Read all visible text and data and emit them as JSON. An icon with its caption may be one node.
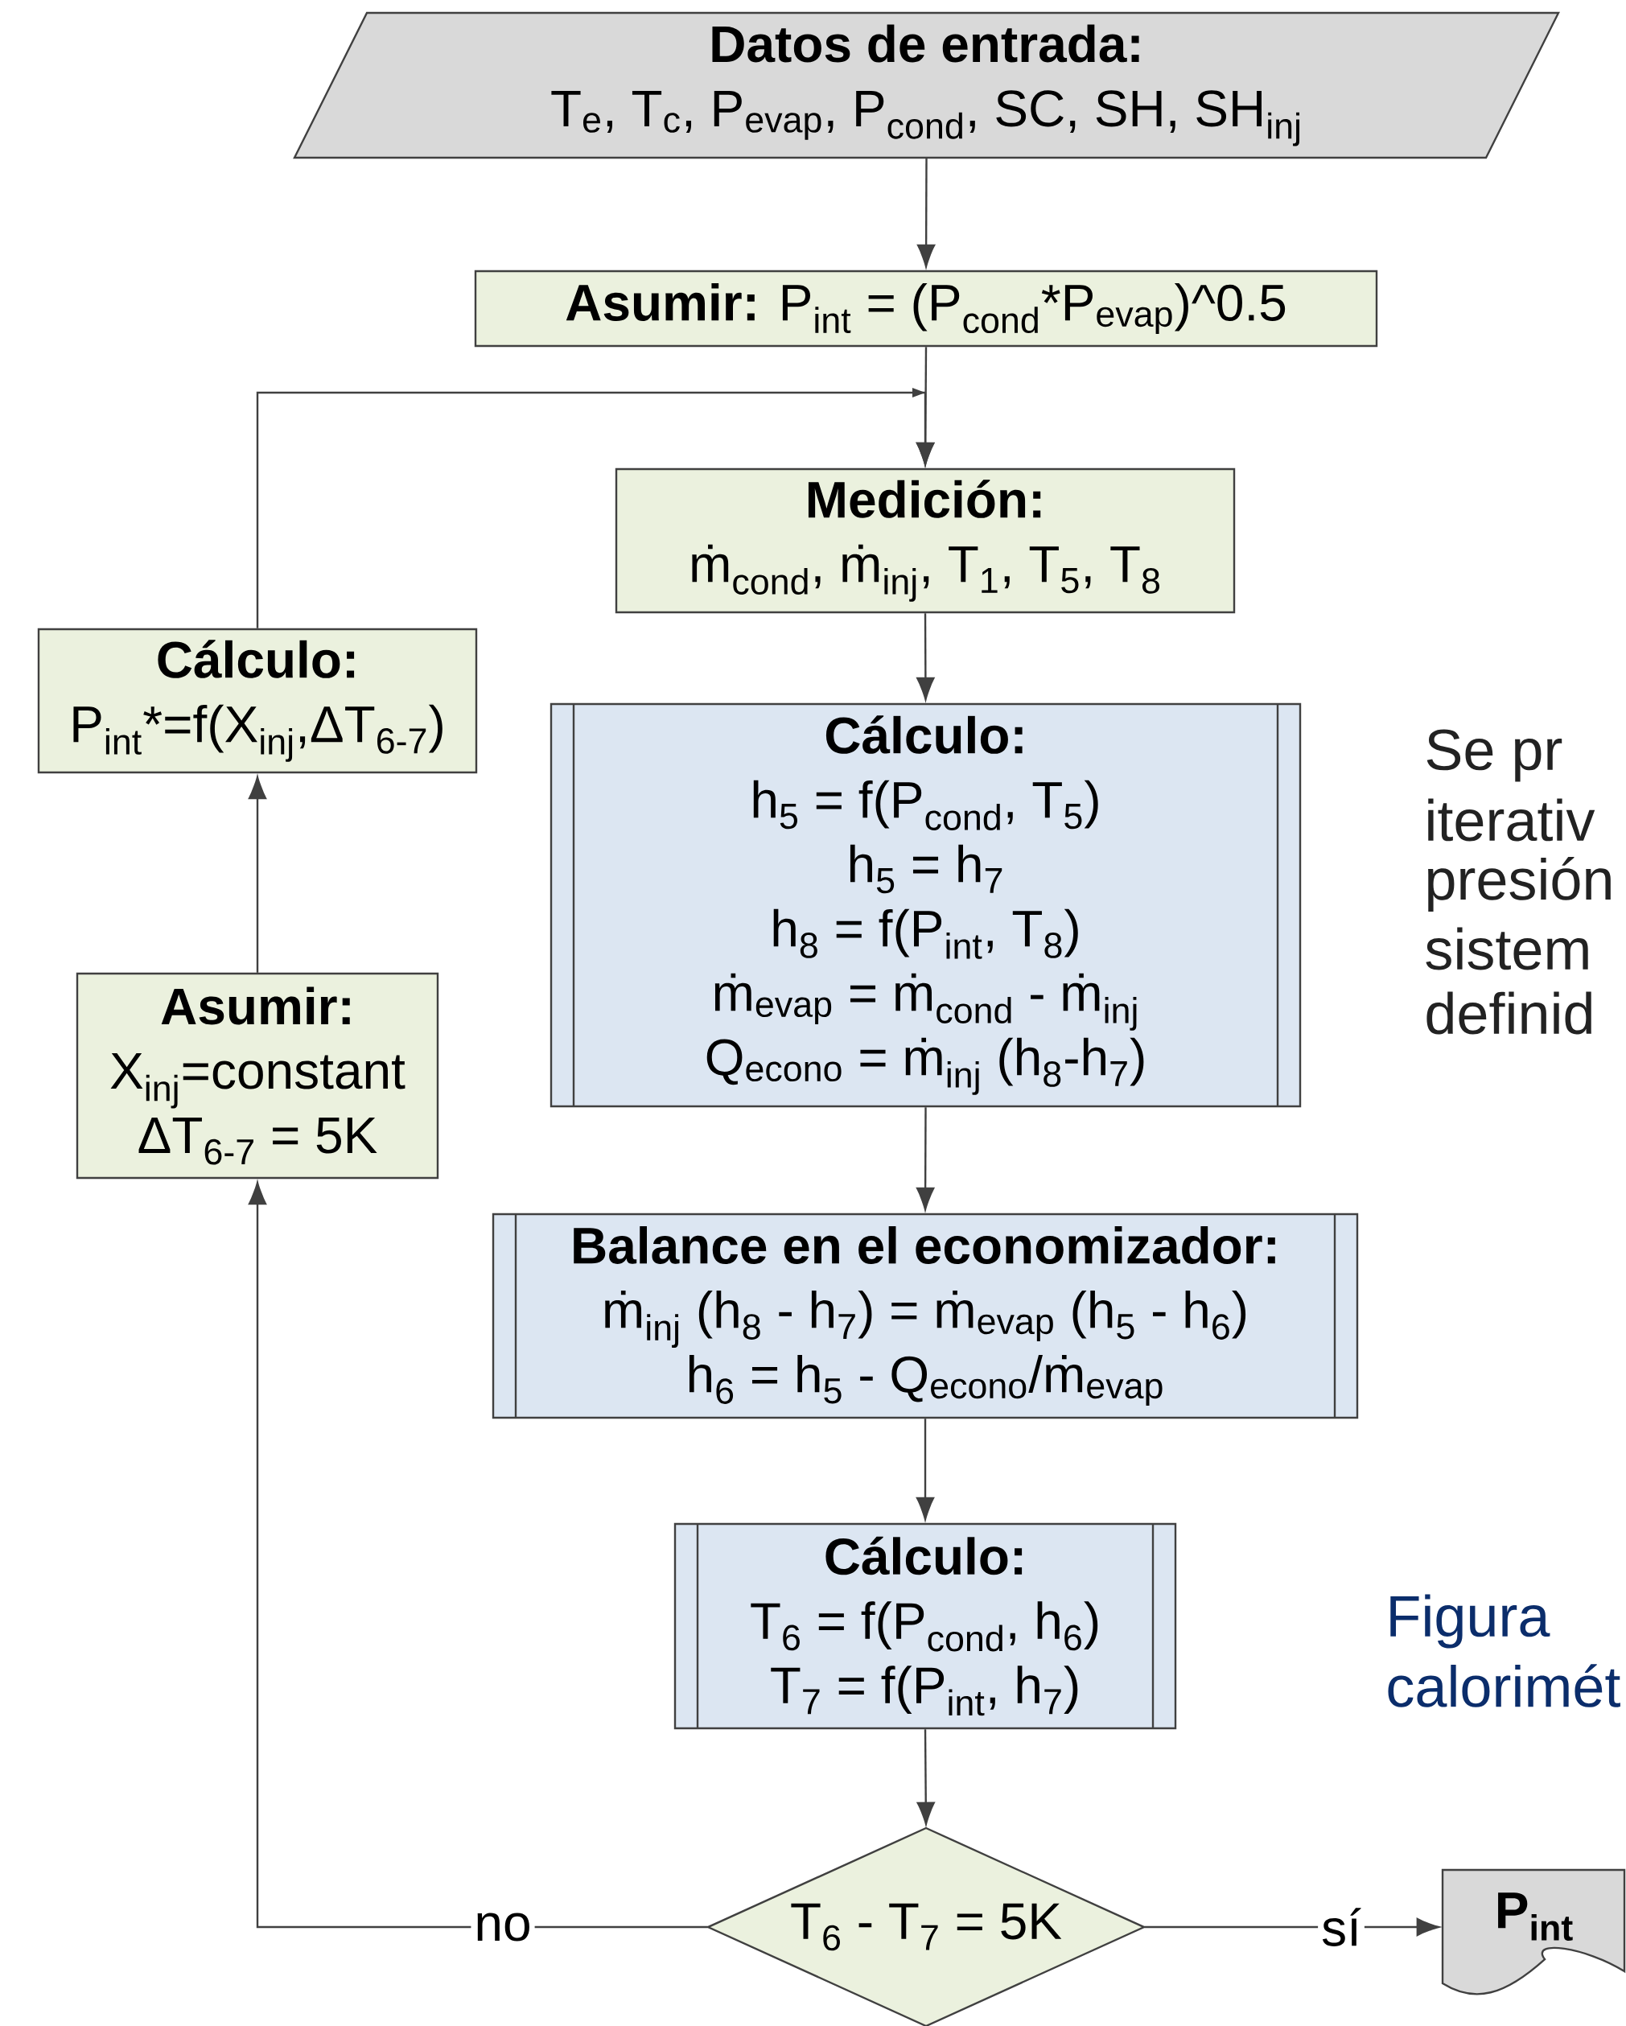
{
  "diagram": {
    "nodes": [
      {
        "text": [
          "Datos de entrada:",
          "T$_{e}$, T$_{c}$, P$_{evap}$, P$_{cond}$, SC, SH, SH$_{inj}$"
        ]
      },
      {
        "text": [
          "**Asumir:** P$_{int}$ = (P$_{cond}$*P$_{evap}$)^0.5"
        ]
      },
      {
        "text": [
          "Medición:",
          "ṁ$_{cond}$, ṁ$_{inj}$, T$_{1}$, T$_{5}$, T$_{8}$"
        ]
      },
      {
        "text": [
          "Cálculo:",
          "h$_{5}$ = f(P$_{cond}$, T$_{5}$)",
          "h$_{5}$ = h$_{7}$",
          "h$_{8}$ = f(P$_{int}$, T$_{8}$)",
          "ṁ$_{evap}$ = ṁ$_{cond}$ - ṁ$_{inj}$",
          "Q$_{econo}$ = ṁ$_{inj}$ (h$_{8}$-h$_{7}$)"
        ]
      },
      {
        "text": [
          "Balance en el economizador:",
          "ṁ$_{inj}$ (h$_{8}$ - h$_{7}$) = ṁ$_{evap}$ (h$_{5}$ - h$_{6}$)",
          "h$_{6}$ = h$_{5}$ - Q$_{econo}$/ṁ$_{evap}$"
        ]
      },
      {
        "text": [
          "Cálculo:",
          "T$_{6}$ = f(P$_{cond}$, h$_{6}$)",
          "T$_{7}$ = f(P$_{int}$, h$_{7}$)"
        ]
      },
      {
        "text": [
          "T$_{6}$ - T$_{7}$ = 5K"
        ]
      },
      {
        "text": [
          "P$_{int}$"
        ]
      },
      {
        "text": [
          "Asumir:",
          "X$_{inj}$=constant",
          "ΔT$_{6-7}$ = 5K"
        ]
      },
      {
        "text": [
          "Cálculo:",
          "P$_{int}$*=f(X$_{inj}$,ΔT$_{6-7}$)"
        ]
      }
    ],
    "edges": [
      {
        "from": 0,
        "to": 1,
        "arrow": "to"
      },
      {
        "from": 1,
        "to": 2,
        "arrow": "to"
      },
      {
        "from": 2,
        "to": 3,
        "arrow": "to"
      },
      {
        "from": 3,
        "to": 4,
        "arrow": "to"
      },
      {
        "from": 4,
        "to": 5,
        "arrow": "to"
      },
      {
        "from": 5,
        "to": 6,
        "arrow": "to"
      },
      {
        "from": 6,
        "to": 7,
        "arrow": "to",
        "label": "sí"
      },
      {
        "from": 6,
        "to": 8,
        "arrow": "to",
        "label": "no"
      },
      {
        "from": 8,
        "to": 9,
        "arrow": "to"
      },
      {
        "from": 9,
        "to": 2,
        "arrow": "to"
      }
    ],
    "labels": [
      "Se pr",
      "iterativ",
      "presión",
      "sistem",
      "definid",
      "Figura",
      "calorimét"
    ]
  }
}
